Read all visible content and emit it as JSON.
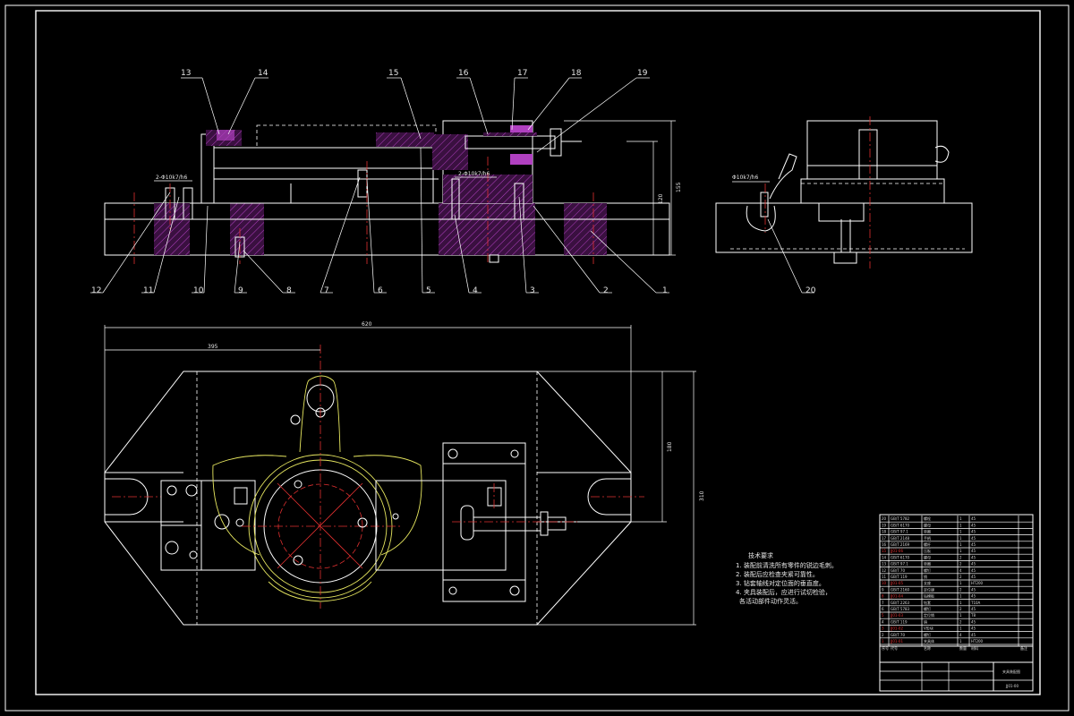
{
  "title_block": {
    "drawing_name": "夹具装配图",
    "drawing_number": "JJ01-00",
    "rows": [
      {
        "no": "20",
        "code": "GB/T 5782",
        "name": "螺栓",
        "qty": "1",
        "material": "45",
        "remark": "",
        "red": false
      },
      {
        "no": "19",
        "code": "GB/T 6170",
        "name": "螺母",
        "qty": "1",
        "material": "45",
        "remark": "",
        "red": false
      },
      {
        "no": "18",
        "code": "GB/T 97.1",
        "name": "垫圈",
        "qty": "1",
        "material": "45",
        "remark": "",
        "red": false
      },
      {
        "no": "17",
        "code": "GB/T 2148",
        "name": "手柄",
        "qty": "1",
        "material": "45",
        "remark": "",
        "red": false
      },
      {
        "no": "16",
        "code": "GB/T 2169",
        "name": "螺杆",
        "qty": "1",
        "material": "45",
        "remark": "",
        "red": false
      },
      {
        "no": "15",
        "code": "JJ01-06",
        "name": "压板",
        "qty": "1",
        "material": "45",
        "remark": "",
        "red": true
      },
      {
        "no": "14",
        "code": "GB/T 6170",
        "name": "螺母",
        "qty": "2",
        "material": "45",
        "remark": "",
        "red": false
      },
      {
        "no": "13",
        "code": "GB/T 97.1",
        "name": "垫圈",
        "qty": "2",
        "material": "45",
        "remark": "",
        "red": false
      },
      {
        "no": "12",
        "code": "GB/T 70",
        "name": "螺钉",
        "qty": "4",
        "material": "45",
        "remark": "",
        "red": false
      },
      {
        "no": "11",
        "code": "GB/T 119",
        "name": "销",
        "qty": "2",
        "material": "45",
        "remark": "",
        "red": false
      },
      {
        "no": "10",
        "code": "JJ01-05",
        "name": "支座",
        "qty": "1",
        "material": "HT200",
        "remark": "",
        "red": true
      },
      {
        "no": "9",
        "code": "GB/T 2160",
        "name": "定位键",
        "qty": "2",
        "material": "45",
        "remark": "",
        "red": false
      },
      {
        "no": "8",
        "code": "JJ01-04",
        "name": "钻模板",
        "qty": "1",
        "material": "45",
        "remark": "",
        "red": true
      },
      {
        "no": "7",
        "code": "GB/T 2263",
        "name": "钻套",
        "qty": "1",
        "material": "T10A",
        "remark": "",
        "red": false
      },
      {
        "no": "6",
        "code": "GB/T 5783",
        "name": "螺钉",
        "qty": "2",
        "material": "45",
        "remark": "",
        "red": false
      },
      {
        "no": "5",
        "code": "JJ01-03",
        "name": "定位销",
        "qty": "1",
        "material": "T8",
        "remark": "",
        "red": true
      },
      {
        "no": "4",
        "code": "GB/T 119",
        "name": "销",
        "qty": "2",
        "material": "45",
        "remark": "",
        "red": false
      },
      {
        "no": "3",
        "code": "JJ01-02",
        "name": "V形块",
        "qty": "1",
        "material": "45",
        "remark": "",
        "red": true
      },
      {
        "no": "2",
        "code": "GB/T 70",
        "name": "螺钉",
        "qty": "4",
        "material": "45",
        "remark": "",
        "red": false
      },
      {
        "no": "1",
        "code": "JJ01-01",
        "name": "夹具体",
        "qty": "1",
        "material": "HT200",
        "remark": "",
        "red": true
      }
    ],
    "headers": {
      "no": "序号",
      "code": "代号",
      "name": "名称",
      "qty": "数量",
      "material": "材料",
      "remark": "备注"
    }
  },
  "tech_requirements": {
    "heading": "技术要求",
    "items": [
      "1. 装配前清洗所有零件的锐边毛刺。",
      "2. 装配后应检查夹紧可靠性。",
      "3. 钻套轴线对定位面的垂直度。",
      "4. 夹具装配后，应进行试切检验，",
      "各活动部件动作灵活。"
    ]
  },
  "dimensions": {
    "width_total": "620",
    "width_half": "395",
    "height_total": "310",
    "height_inner": "180",
    "side_h1": "155",
    "side_h2": "120",
    "fit_1": "2-Φ10k7/h6",
    "fit_2": "2-Φ10k7/h6",
    "fit_3": "Φ10k7/h6"
  },
  "balloons": [
    "1",
    "2",
    "3",
    "4",
    "5",
    "6",
    "7",
    "8",
    "9",
    "10",
    "11",
    "12",
    "13",
    "14",
    "15",
    "16",
    "17",
    "18",
    "19",
    "20"
  ]
}
